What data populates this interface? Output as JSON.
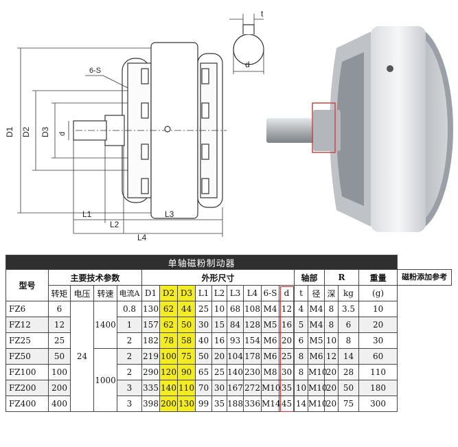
{
  "drawing": {
    "labels": {
      "t": "t",
      "d_keyway": "d",
      "six_s": "6-S",
      "d1": "D1",
      "d2": "D2",
      "d3": "D3",
      "d": "d",
      "l1": "L1",
      "l2": "L2",
      "l3": "L3",
      "l4": "L4"
    }
  },
  "table": {
    "title": "单轴磁粉制动器",
    "groups": {
      "model": "型号",
      "main_params": "主要技术参数",
      "dimensions": "外形尺寸",
      "shaft": "轴部",
      "r": "R",
      "weight": "重量",
      "powder": "磁粉添加参考",
      "powder_unit": "(g)"
    },
    "subheaders": {
      "torque": "转矩",
      "voltage": "电压",
      "speed": "转速",
      "current": "电流A",
      "d1": "D1",
      "d2": "D2",
      "d3": "D3",
      "l1": "L1",
      "l2": "L2",
      "l3": "L3",
      "l4": "L4",
      "six_s": "6-S",
      "d": "d",
      "t": "t",
      "diameter": "径",
      "depth": "深",
      "kg": "kg"
    },
    "merged": {
      "voltage": "24",
      "speed_1400": "1400",
      "speed_1000": "1000"
    },
    "rows": [
      {
        "model": "FZ6",
        "torque": "6",
        "current": "0.8",
        "d1": "130",
        "d2": "62",
        "d3": "44",
        "l1": "25",
        "l2": "10",
        "l3": "68",
        "l4": "108",
        "s": "M4",
        "d": "12",
        "t": "4",
        "r_dia": "M4",
        "r_depth": "8",
        "kg": "3.5",
        "powder": "10"
      },
      {
        "model": "FZ12",
        "torque": "12",
        "current": "1",
        "d1": "157",
        "d2": "62",
        "d3": "50",
        "l1": "30",
        "l2": "15",
        "l3": "84",
        "l4": "128",
        "s": "M5",
        "d": "16",
        "t": "5",
        "r_dia": "M4",
        "r_depth": "8",
        "kg": "6",
        "powder": "20"
      },
      {
        "model": "FZ25",
        "torque": "25",
        "current": "2",
        "d1": "182",
        "d2": "78",
        "d3": "58",
        "l1": "40",
        "l2": "16",
        "l3": "93",
        "l4": "154",
        "s": "M6",
        "d": "20",
        "t": "6",
        "r_dia": "M5",
        "r_depth": "10",
        "kg": "8",
        "powder": "30"
      },
      {
        "model": "FZ50",
        "torque": "50",
        "current": "2",
        "d1": "219",
        "d2": "100",
        "d3": "75",
        "l1": "50",
        "l2": "20",
        "l3": "104",
        "l4": "178",
        "s": "M6",
        "d": "25",
        "t": "8",
        "r_dia": "M6",
        "r_depth": "12",
        "kg": "14",
        "powder": "60"
      },
      {
        "model": "FZ100",
        "torque": "100",
        "current": "2",
        "d1": "290",
        "d2": "120",
        "d3": "90",
        "l1": "65",
        "l2": "25",
        "l3": "140",
        "l4": "230",
        "s": "M8",
        "d": "30",
        "t": "8",
        "r_dia": "M10",
        "r_depth": "20",
        "kg": "28",
        "powder": "110"
      },
      {
        "model": "FZ200",
        "torque": "200",
        "current": "3",
        "d1": "335",
        "d2": "140",
        "d3": "110",
        "l1": "70",
        "l2": "30",
        "l3": "167",
        "l4": "272",
        "s": "M10",
        "d": "35",
        "t": "10",
        "r_dia": "M10",
        "r_depth": "20",
        "kg": "50",
        "powder": "180"
      },
      {
        "model": "FZ400",
        "torque": "400",
        "current": "3",
        "d1": "398",
        "d2": "200",
        "d3": "130",
        "l1": "99",
        "l2": "35",
        "l3": "188",
        "l4": "336",
        "s": "M14",
        "d": "45",
        "t": "14",
        "r_dia": "M10",
        "r_depth": "20",
        "kg": "75",
        "powder": "300"
      }
    ]
  }
}
